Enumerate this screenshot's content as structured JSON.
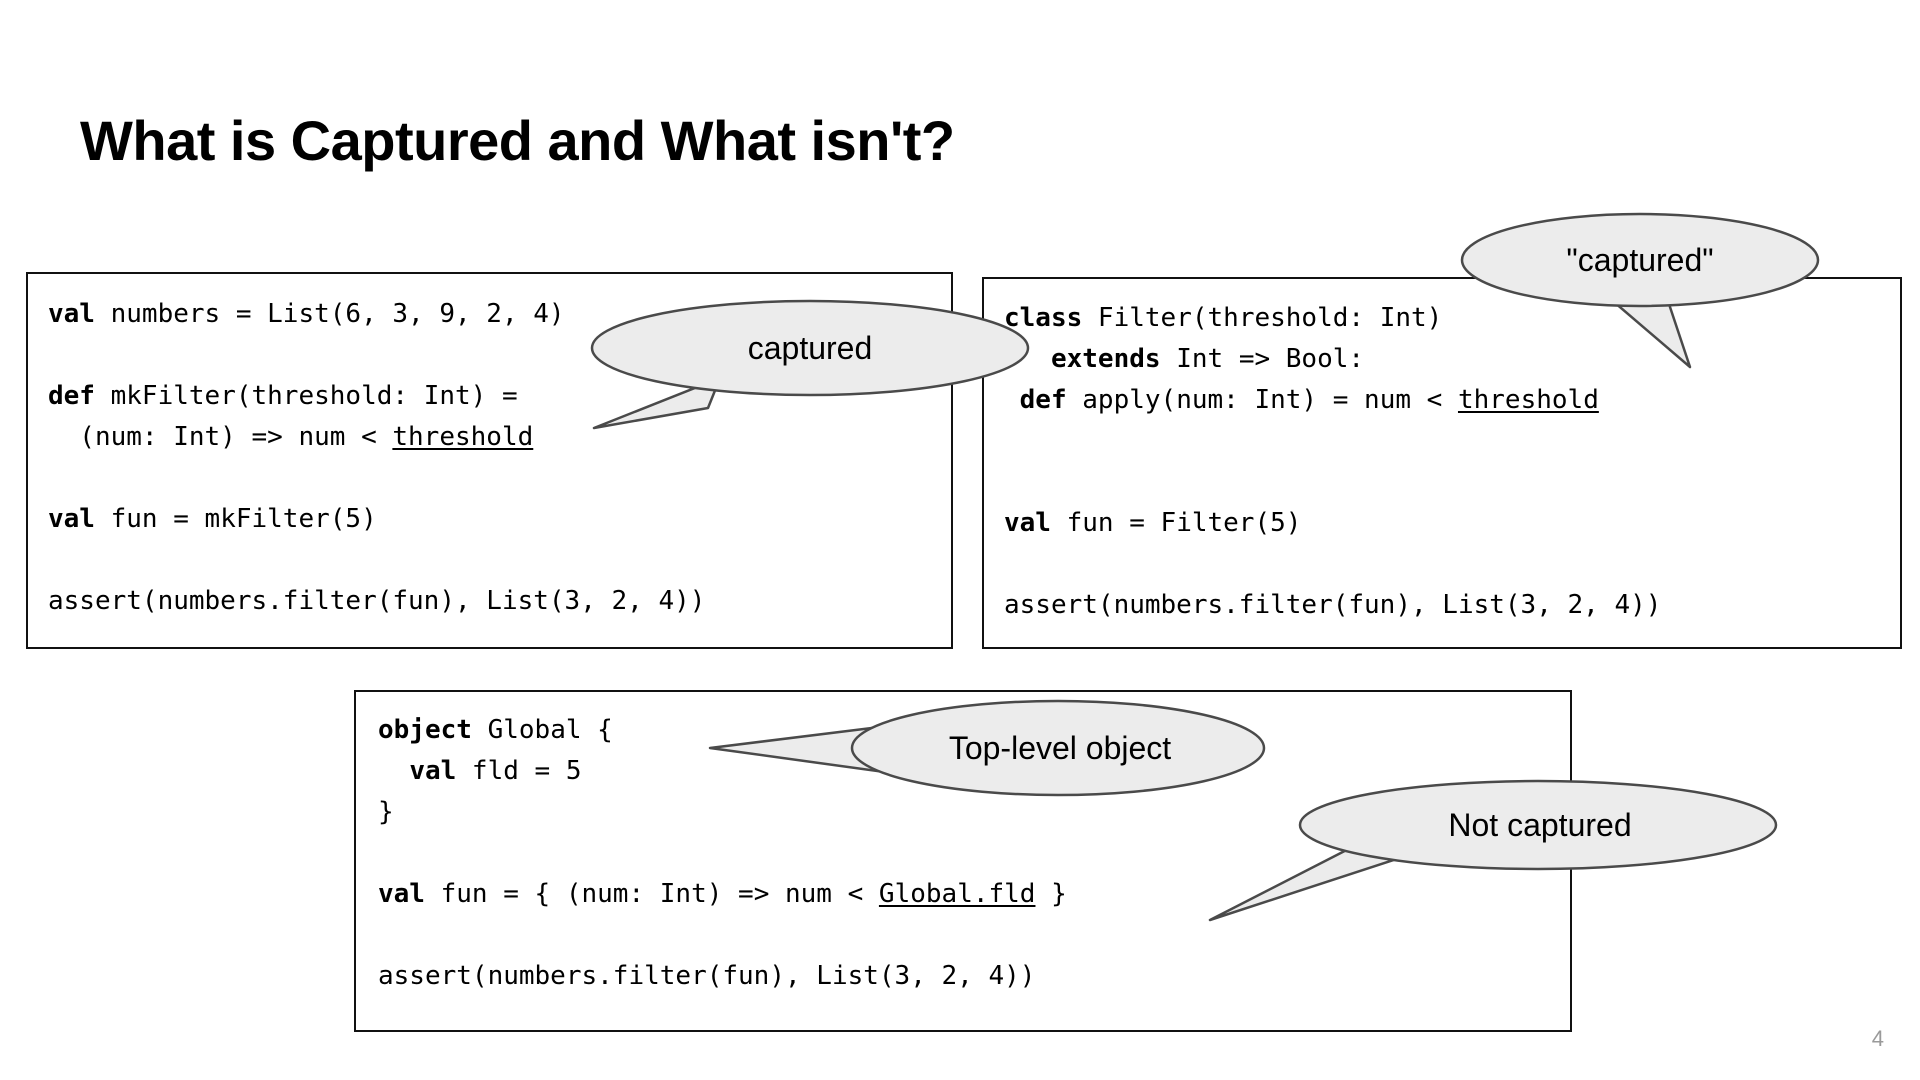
{
  "slide": {
    "title": "What is Captured and What isn't?",
    "page_number": "4",
    "page_number_color": "#9a9a9a",
    "background_color": "#ffffff",
    "text_color": "#000000"
  },
  "code_blocks": [
    {
      "id": "closure",
      "name": "closure-example",
      "lines": [
        {
          "segments": [
            {
              "t": "val",
              "b": true
            },
            {
              "t": " numbers = List(6, 3, 9, 2, 4)"
            }
          ]
        },
        {
          "segments": [
            {
              "t": ""
            }
          ]
        },
        {
          "segments": [
            {
              "t": "def",
              "b": true
            },
            {
              "t": " mkFilter(threshold: Int) ="
            }
          ]
        },
        {
          "segments": [
            {
              "t": "  (num: Int) => num < "
            },
            {
              "t": "threshold",
              "u": true
            }
          ]
        },
        {
          "segments": [
            {
              "t": ""
            }
          ]
        },
        {
          "segments": [
            {
              "t": "val",
              "b": true
            },
            {
              "t": " fun = mkFilter(5)"
            }
          ]
        },
        {
          "segments": [
            {
              "t": ""
            }
          ]
        },
        {
          "segments": [
            {
              "t": "assert(numbers.filter(fun), List(3, 2, 4))"
            }
          ]
        }
      ]
    },
    {
      "id": "class",
      "name": "class-example",
      "lines": [
        {
          "segments": [
            {
              "t": "class",
              "b": true
            },
            {
              "t": " Filter(threshold: Int)"
            }
          ]
        },
        {
          "segments": [
            {
              "t": "   "
            },
            {
              "t": "extends",
              "b": true
            },
            {
              "t": " Int => Bool:"
            }
          ]
        },
        {
          "segments": [
            {
              "t": " "
            },
            {
              "t": "def",
              "b": true
            },
            {
              "t": " apply(num: Int) = num < "
            },
            {
              "t": "threshold",
              "u": true
            }
          ]
        },
        {
          "segments": [
            {
              "t": ""
            }
          ]
        },
        {
          "segments": [
            {
              "t": ""
            }
          ]
        },
        {
          "segments": [
            {
              "t": "val",
              "b": true
            },
            {
              "t": " fun = Filter(5)"
            }
          ]
        },
        {
          "segments": [
            {
              "t": ""
            }
          ]
        },
        {
          "segments": [
            {
              "t": "assert(numbers.filter(fun), List(3, 2, 4))"
            }
          ]
        }
      ]
    },
    {
      "id": "global",
      "name": "global-object-example",
      "lines": [
        {
          "segments": [
            {
              "t": "object",
              "b": true
            },
            {
              "t": " Global {"
            }
          ]
        },
        {
          "segments": [
            {
              "t": "  "
            },
            {
              "t": "val",
              "b": true
            },
            {
              "t": " fld = 5"
            }
          ]
        },
        {
          "segments": [
            {
              "t": "}"
            }
          ]
        },
        {
          "segments": [
            {
              "t": ""
            }
          ]
        },
        {
          "segments": [
            {
              "t": "val",
              "b": true
            },
            {
              "t": " fun = { (num: Int) => num < "
            },
            {
              "t": "Global.fld",
              "u": true
            },
            {
              "t": " }"
            }
          ]
        },
        {
          "segments": [
            {
              "t": ""
            }
          ]
        },
        {
          "segments": [
            {
              "t": "assert(numbers.filter(fun), List(3, 2, 4))"
            }
          ]
        }
      ]
    }
  ],
  "callouts": {
    "captured_closure": {
      "label": "captured"
    },
    "captured_class": {
      "label": "\"captured\""
    },
    "top_level_object": {
      "label": "Top-level object"
    },
    "not_captured": {
      "label": "Not captured"
    }
  },
  "callout_style": {
    "fill": "#ececec",
    "stroke": "#4a4a4a"
  }
}
